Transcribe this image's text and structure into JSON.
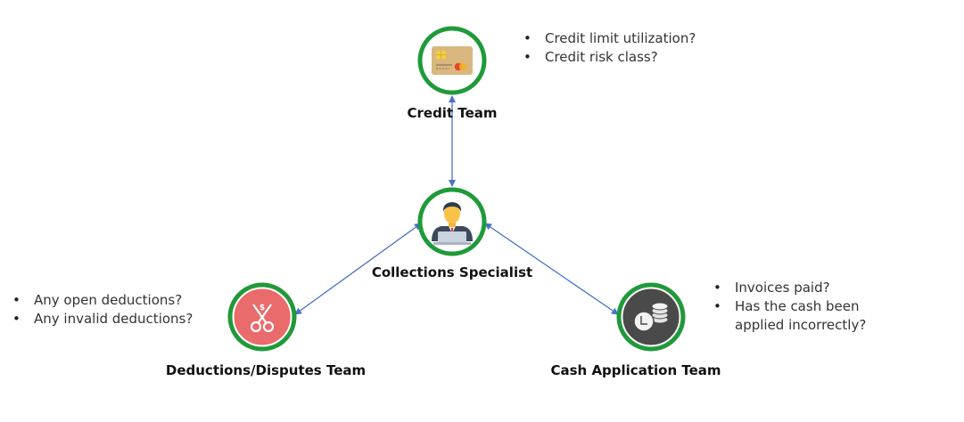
{
  "diagram": {
    "colors": {
      "ring": "#1f9a3a",
      "arrow": "#4a72c4",
      "deductions_fill": "#e96b6b",
      "cash_fill": "#4a4a4a",
      "card_fill": "#d9b77e"
    },
    "nodes": [
      {
        "id": "credit",
        "label": "Credit Team",
        "icon": "credit-card-icon"
      },
      {
        "id": "collections",
        "label": "Collections Specialist",
        "icon": "person-laptop-icon"
      },
      {
        "id": "deductions",
        "label": "Deductions/Disputes Team",
        "icon": "scissors-dollar-icon"
      },
      {
        "id": "cash",
        "label": "Cash Application Team",
        "icon": "clock-coins-icon"
      }
    ],
    "edges": [
      {
        "from": "collections",
        "to": "credit",
        "direction": "both"
      },
      {
        "from": "collections",
        "to": "deductions",
        "direction": "both"
      },
      {
        "from": "collections",
        "to": "cash",
        "direction": "both"
      }
    ],
    "questions": {
      "credit": [
        "Credit limit utilization?",
        "Credit risk class?"
      ],
      "deductions": [
        "Any open deductions?",
        "Any invalid deductions?"
      ],
      "cash": [
        "Invoices paid?",
        "Has the cash been applied incorrectly?"
      ]
    }
  }
}
